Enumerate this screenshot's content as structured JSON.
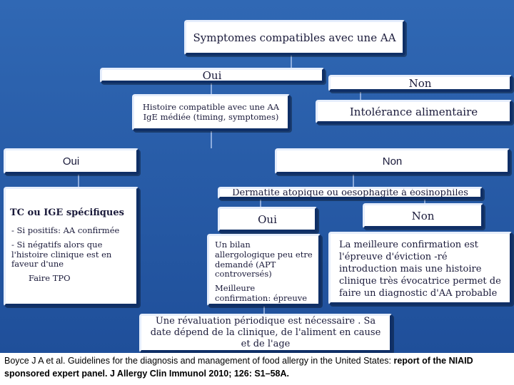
{
  "nodes": {
    "top": "Symptomes compatibles avec une AA",
    "oui1": "Oui",
    "non1": "Non",
    "histoire": "Histoire compatible avec une AA IgE médiée (timing, symptomes)",
    "intolerance": "Intolérance alimentaire",
    "oui2": "Oui",
    "non2": "Non",
    "dermatite": "Dermatite atopique ou oesophagite à éosinophiles",
    "tc_title": "TC ou IGE spécifiques",
    "tc_line1": "- Si positifs: AA confirmée",
    "tc_line2": "- Si négatifs alors que l'histoire clinique est en faveur d'une",
    "tc_line3": "Faire TPO",
    "oui3": "Oui",
    "non3": "Non",
    "bilan_line1": "Un bilan allergologique peu etre demandé (APT controversés)",
    "bilan_line2": "Meilleure confirmation: épreuve d'éviction - réintroduction",
    "meilleure": "La meilleure confirmation est l'épreuve d'éviction -ré introduction mais une histoire clinique très évocatrice permet de faire un diagnostic d'AA probable",
    "reevaluation": "Une révaluation périodique est nécessaire . Sa date dépend de la clinique, de l'aliment en cause et de l'age"
  },
  "caption": {
    "part1": "Boyce J A et al. Guidelines for the diagnosis and management of food allergy in the United States: ",
    "part2": "report of the NIAID sponsored expert panel. J Allergy Clin Immunol 2010; 126: S1–58A."
  },
  "colors": {
    "background": "#2a5aa0",
    "box": "#ffffff",
    "line": "#cfe0ff"
  }
}
